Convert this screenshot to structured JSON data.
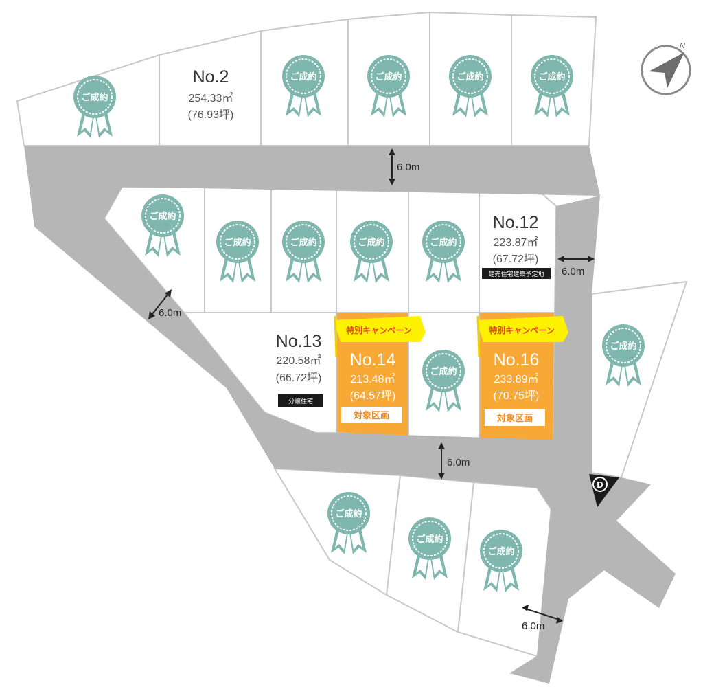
{
  "lots": {
    "no2": {
      "number": "No.2",
      "area_sqm": "254.33㎡",
      "area_tsubo": "(76.93坪)"
    },
    "no12": {
      "number": "No.12",
      "area_sqm": "223.87㎡",
      "area_tsubo": "(67.72坪)",
      "tag": "建売住宅建築予定地"
    },
    "no13": {
      "number": "No.13",
      "area_sqm": "220.58㎡",
      "area_tsubo": "(66.72坪)",
      "tag": "分譲住宅"
    },
    "no14": {
      "number": "No.14",
      "area_sqm": "213.48㎡",
      "area_tsubo": "(64.57坪)",
      "campaign": "特別キャンペーン",
      "target": "対象区画"
    },
    "no16": {
      "number": "No.16",
      "area_sqm": "233.89㎡",
      "area_tsubo": "(70.75坪)",
      "campaign": "特別キャンペーン",
      "target": "対象区画"
    }
  },
  "sold_label": "ご成約",
  "road_widths": [
    "6.0m",
    "6.0m",
    "6.0m",
    "6.0m",
    "6.0m"
  ],
  "badge": "D",
  "compass": {
    "label": "N",
    "icon": "north-arrow-icon"
  },
  "colors": {
    "road": "#b6b6b6",
    "sold_ribbon": "#7fb7ae",
    "highlight_lot": "#f7a835",
    "campaign_flag": "#fff200",
    "campaign_text": "#e8432b"
  }
}
